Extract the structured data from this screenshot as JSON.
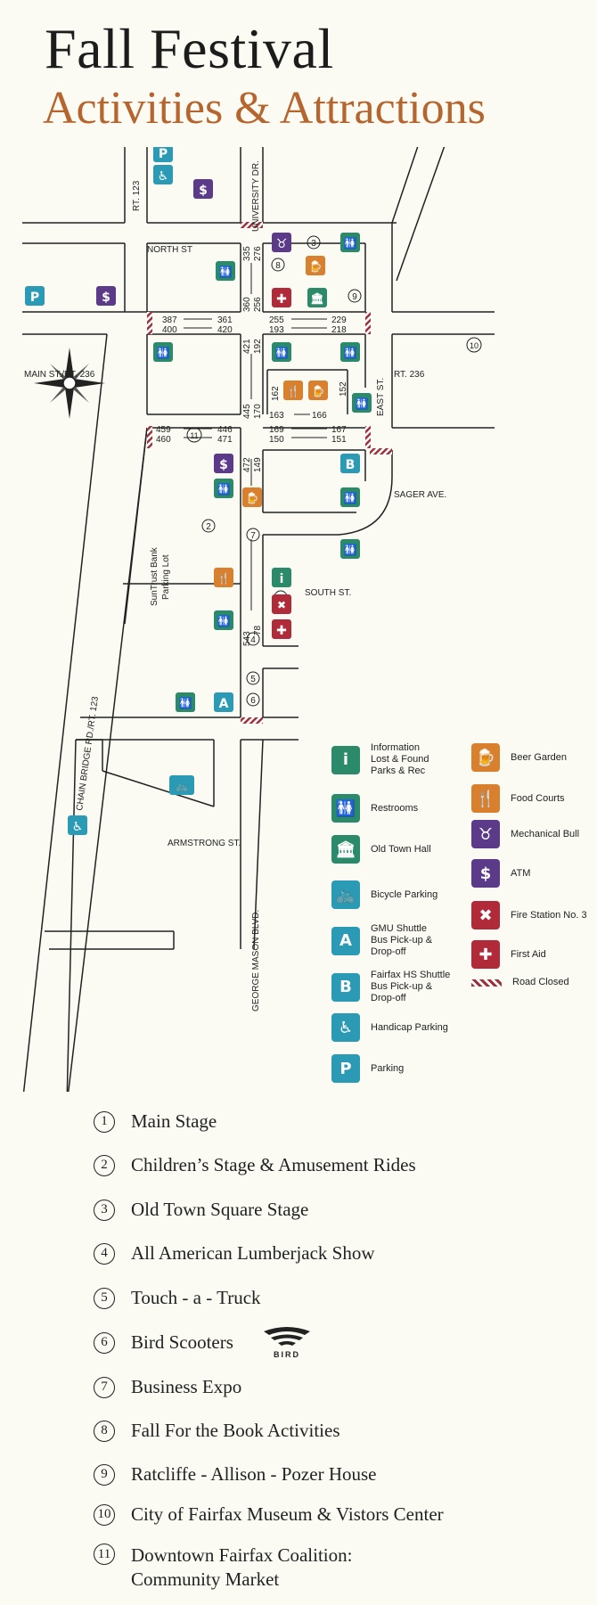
{
  "title": "Fall Festival",
  "subtitle": "Activities & Attractions",
  "streets": {
    "rt123": "RT. 123",
    "university": "UNIVERSITY DR.",
    "north": "NORTH ST",
    "main": "MAIN ST./RT. 236",
    "rt236": "RT. 236",
    "east": "EAST ST.",
    "sager": "SAGER AVE.",
    "south": "SOUTH ST.",
    "chain": "CHAIN BRIDGE RD./RT. 123",
    "armstrong": "ARMSTRONG ST.",
    "gmason": "GEORGE MASON BLVD.",
    "suntrust1": "SunTrust Bank",
    "suntrust2": "Parking Lot"
  },
  "booths": {
    "b335": "335",
    "b276": "276",
    "b360": "360",
    "b256": "256",
    "b387": "387",
    "b361": "361",
    "b400": "400",
    "b420": "420",
    "b255": "255",
    "b229": "229",
    "b193": "193",
    "b218": "218",
    "b421": "421",
    "b192": "192",
    "b162": "162",
    "b152": "152",
    "b445": "445",
    "b170": "170",
    "b163": "163",
    "b166": "166",
    "b459": "459",
    "b446": "446",
    "b460": "460",
    "b471": "471",
    "b169": "169",
    "b167": "167",
    "b150": "150",
    "b151": "151",
    "b472": "472",
    "b149": "149",
    "b543": "543",
    "b78": "78"
  },
  "map_numbers": {
    "n1": "1",
    "n2": "2",
    "n3": "3",
    "n4": "4",
    "n5": "5",
    "n6": "6",
    "n7": "7",
    "n8": "8",
    "n9": "9",
    "n10": "10",
    "n11": "11"
  },
  "legend": [
    {
      "label": "Information\nLost & Found\nParks & Rec",
      "glyph": "i",
      "color": "#2a8a6a"
    },
    {
      "label": "Restrooms",
      "glyph": "🚻",
      "color": "#2a8a6a"
    },
    {
      "label": "Old Town Hall",
      "glyph": "🏛",
      "color": "#2a8a6a"
    },
    {
      "label": "Bicycle Parking",
      "glyph": "🚲",
      "color": "#2a9ab5"
    },
    {
      "label": "GMU Shuttle\nBus Pick-up &\nDrop-off",
      "glyph": "A",
      "color": "#2a9ab5"
    },
    {
      "label": "Fairfax HS Shuttle\nBus Pick-up &\nDrop-off",
      "glyph": "B",
      "color": "#2a9ab5"
    },
    {
      "label": "Handicap Parking",
      "glyph": "♿",
      "color": "#2a9ab5"
    },
    {
      "label": "Parking",
      "glyph": "P",
      "color": "#2a9ab5"
    },
    {
      "label": "Beer Garden",
      "glyph": "🍺",
      "color": "#d9802e"
    },
    {
      "label": "Food Courts",
      "glyph": "🍴",
      "color": "#d9802e"
    },
    {
      "label": "Mechanical Bull",
      "glyph": "♉",
      "color": "#5b3a8a"
    },
    {
      "label": "ATM",
      "glyph": "$",
      "color": "#5b3a8a"
    },
    {
      "label": "Fire Station No. 3",
      "glyph": "✖",
      "color": "#b02a3a"
    },
    {
      "label": "First Aid",
      "glyph": "✚",
      "color": "#b02a3a"
    },
    {
      "label": "Road Closed",
      "glyph": "",
      "color": "#a0303a"
    }
  ],
  "stages": [
    {
      "num": "1",
      "label": "Main Stage"
    },
    {
      "num": "2",
      "label": "Children’s Stage & Amusement Rides"
    },
    {
      "num": "3",
      "label": "Old Town Square Stage"
    },
    {
      "num": "4",
      "label": "All American Lumberjack Show"
    },
    {
      "num": "5",
      "label": "Touch - a - Truck"
    },
    {
      "num": "6",
      "label": "Bird Scooters"
    },
    {
      "num": "7",
      "label": "Business Expo"
    },
    {
      "num": "8",
      "label": "Fall For the Book Activities"
    },
    {
      "num": "9",
      "label": "Ratcliffe - Allison - Pozer House"
    },
    {
      "num": "10",
      "label": "City of Fairfax Museum & Vistors Center"
    },
    {
      "num": "11",
      "label": "Downtown Fairfax Coalition:\nCommunity Market"
    }
  ],
  "bird_logo_text": "BIRD",
  "colors": {
    "green": "#2a8a6a",
    "teal": "#2a9ab5",
    "orange": "#d9802e",
    "purple": "#5b3a8a",
    "red": "#b02a3a",
    "title_accent": "#b5652d"
  }
}
